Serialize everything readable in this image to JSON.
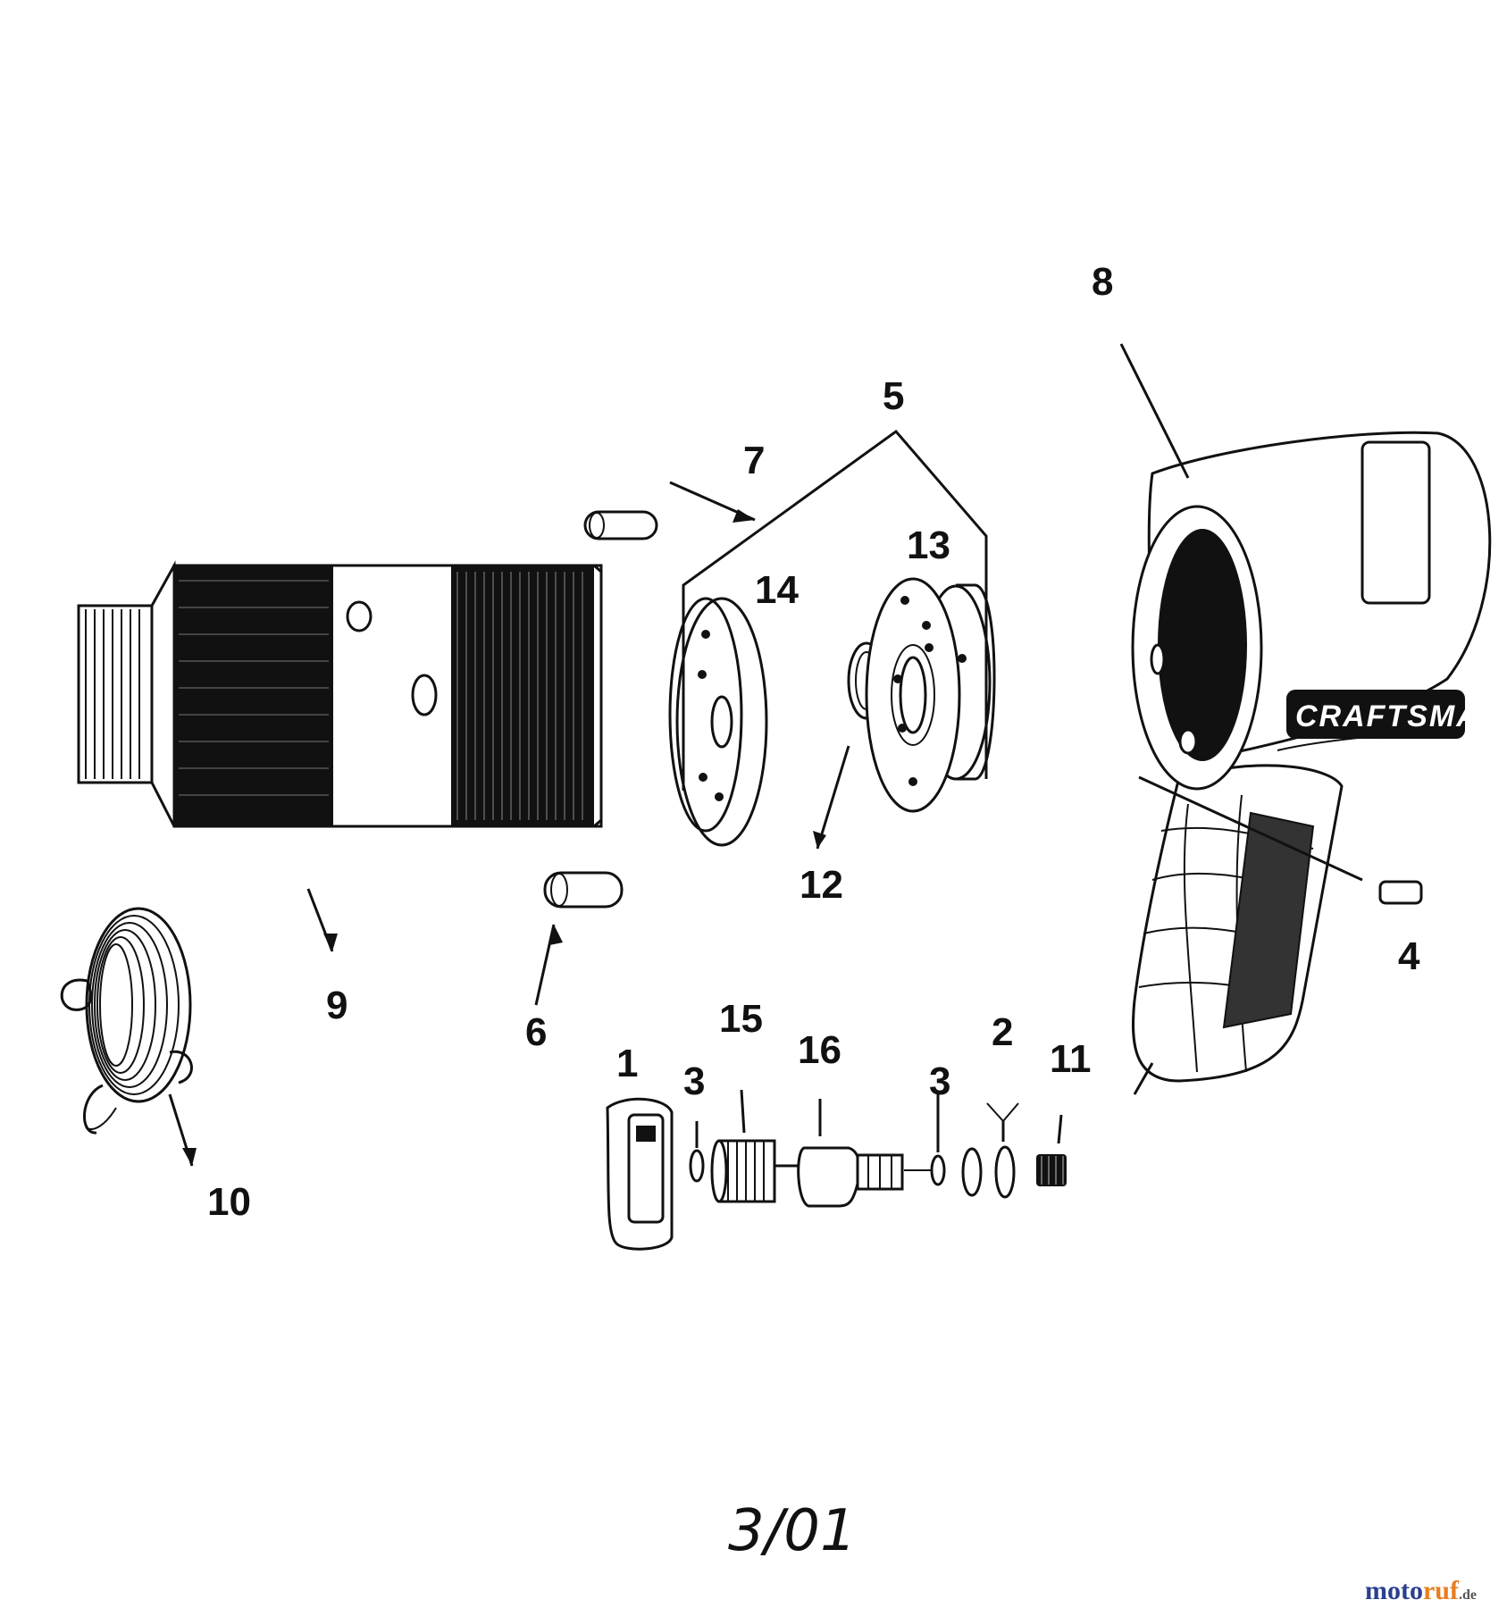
{
  "callouts": {
    "c1": "1",
    "c2": "2",
    "c3a": "3",
    "c3b": "3",
    "c4": "4",
    "c5": "5",
    "c6": "6",
    "c7": "7",
    "c8": "8",
    "c9": "9",
    "c10": "10",
    "c11": "11",
    "c12": "12",
    "c13": "13",
    "c14": "14",
    "c15": "15",
    "c16": "16"
  },
  "date_code": "3/01",
  "brand_on_housing": "CRAFTSMAN",
  "watermark": {
    "part1": "moto",
    "part2": "ruf",
    "suffix": ".de",
    "colors": {
      "m": "#2a3f8f",
      "o": "#c0392b",
      "t": "#2e7d32",
      "r": "#6a1b9a",
      "u": "#e67e22",
      "f": "#1565c0"
    }
  }
}
